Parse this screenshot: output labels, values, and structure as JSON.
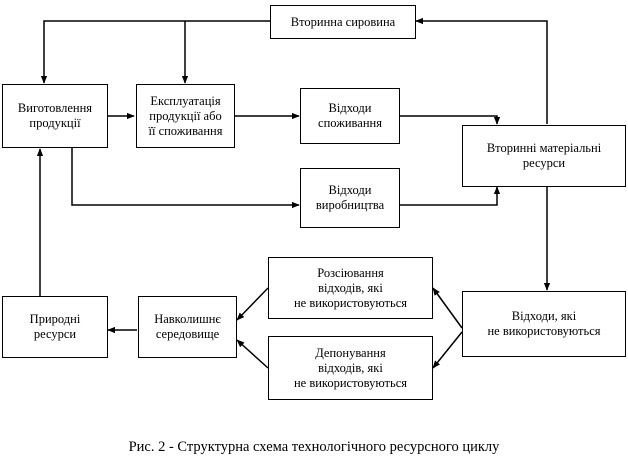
{
  "diagram": {
    "nodes": {
      "secondary_raw": "Вторинна сировина",
      "manufacturing": "Виготовлення\nпродукції",
      "exploitation": "Експлуатація\nпродукції або\nїї споживання",
      "consumption_waste": "Відходи\nспоживання",
      "secondary_resources": "Вторинні матеріальні\nресурси",
      "production_waste": "Відходи\nвиробництва",
      "dispersal": "Розсіювання\nвідходів, які\nне використовуються",
      "unused_waste": "Відходи, які\nне використовуються",
      "deposition": "Депонування\nвідходів, які\nне використовуються",
      "environment": "Навколишнє\nсередовище",
      "natural_resources": "Природні\nресурси"
    }
  },
  "caption": "Рис. 2 - Структурна схема технологічного ресурсного циклу"
}
